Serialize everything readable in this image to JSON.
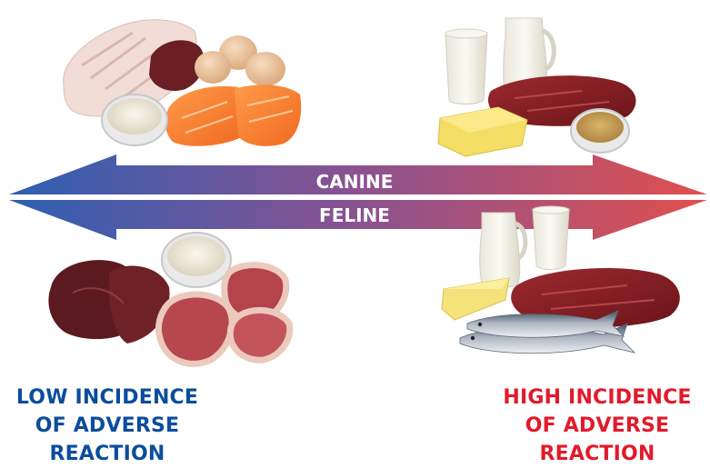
{
  "arrows": {
    "top_label": "CANINE",
    "bottom_label": "FELINE",
    "gradient_start": "#2e5fb2",
    "gradient_mid": "#8b5290",
    "gradient_end": "#e0504e"
  },
  "low_incidence": {
    "lines": [
      "LOW INCIDENCE",
      "OF ADVERSE",
      "REACTION"
    ],
    "color": "#0b4d9c"
  },
  "high_incidence": {
    "lines": [
      "HIGH INCIDENCE",
      "OF ADVERSE",
      "REACTION"
    ],
    "color": "#e21a2b"
  },
  "food_groups": {
    "canine_low": [
      "poultry",
      "liver",
      "eggs",
      "salmon",
      "rice"
    ],
    "canine_high": [
      "milk",
      "beef",
      "butter",
      "wheat"
    ],
    "feline_low": [
      "liver",
      "rice",
      "pork"
    ],
    "feline_high": [
      "milk",
      "cheese",
      "beef",
      "fish"
    ]
  }
}
